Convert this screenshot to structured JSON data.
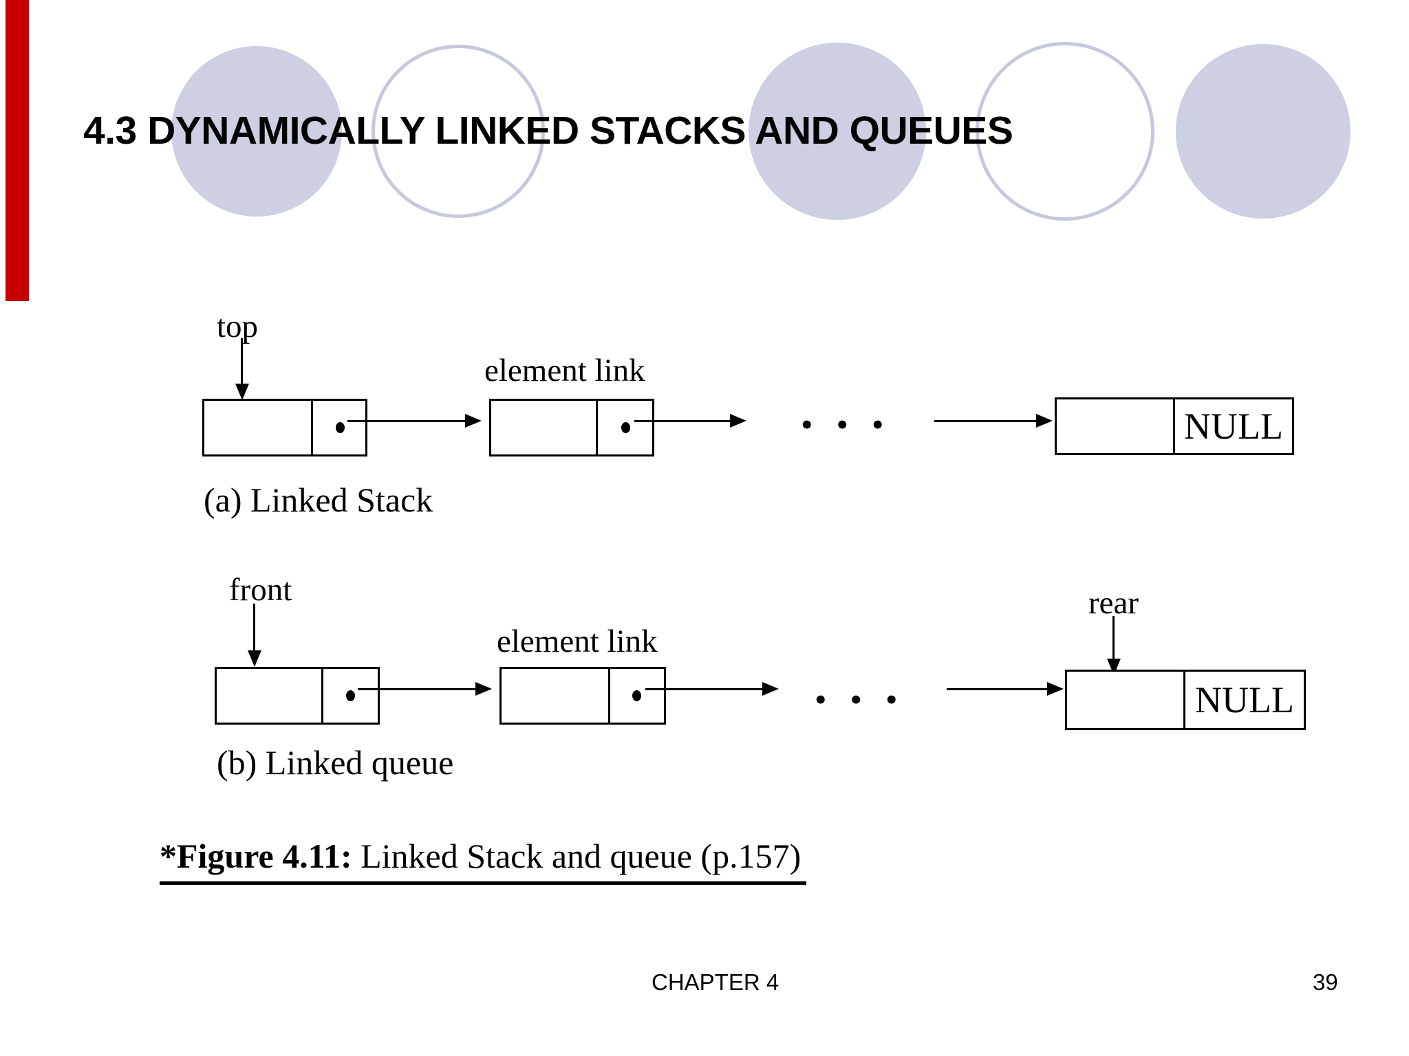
{
  "slide": {
    "title": "4.3 DYNAMICALLY LINKED STACKS AND QUEUES"
  },
  "stack": {
    "pointer_label": "top",
    "fields_label": "element link",
    "ellipsis": "•••",
    "null_label": "NULL",
    "caption": "(a) Linked Stack"
  },
  "queue": {
    "front_label": "front",
    "rear_label": "rear",
    "fields_label": "element link",
    "ellipsis": "•••",
    "null_label": "NULL",
    "caption": "(b) Linked queue"
  },
  "figure_caption": {
    "bold": "*Figure 4.11:",
    "rest": " Linked Stack and queue (p.157)"
  },
  "footer": {
    "chapter": "CHAPTER 4",
    "page_number": "39"
  },
  "colors": {
    "accent_bar_red": "#c80000",
    "circle_fill": "#cdcfe2",
    "circle_outline": "#c6c8dc",
    "background": "#ffffff",
    "text": "#000000"
  }
}
